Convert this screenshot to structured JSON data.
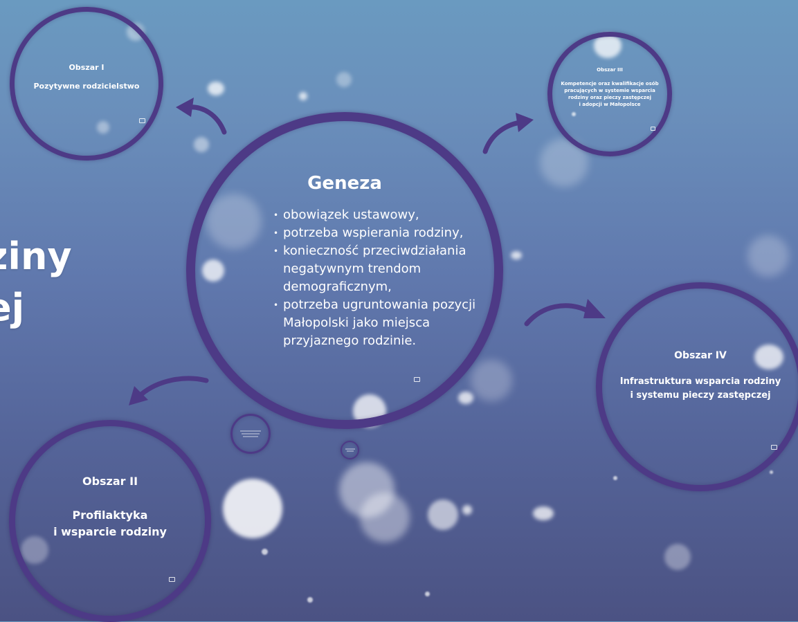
{
  "background_title": {
    "line1": "ziny",
    "line2": "ej"
  },
  "center": {
    "title": "Geneza",
    "items": [
      "obowiązek ustawowy,",
      "potrzeba wspierania rodziny,",
      "konieczność przeciwdziałania negatywnym trendom demograficznym,",
      "potrzeba ugruntowania pozycji Małopolski jako miejsca przyjaznego rodzinie."
    ]
  },
  "areas": {
    "a1": {
      "title": "Obszar I",
      "subtitle": "Pozytywne rodzicielstwo"
    },
    "a2": {
      "title": "Obszar II",
      "subtitle": "Profilaktyka\ni wsparcie rodziny"
    },
    "a3": {
      "title": "Obszar III",
      "subtitle": "Kompetencje oraz kwalifikacje osób\npracujących w systemie wsparcia\nrodziny oraz pieczy zastępczej\ni adopcji w Małopolsce"
    },
    "a4": {
      "title": "Obszar IV",
      "subtitle": "Infrastruktura wsparcia rodziny\ni systemu pieczy zastępczej"
    }
  },
  "colors": {
    "ring": "#4d3a86",
    "arrow": "#4d3a86",
    "text": "#ffffff"
  },
  "icons": {
    "frame": "presentation-frame-icon",
    "arrow": "curved-arrow-icon"
  }
}
